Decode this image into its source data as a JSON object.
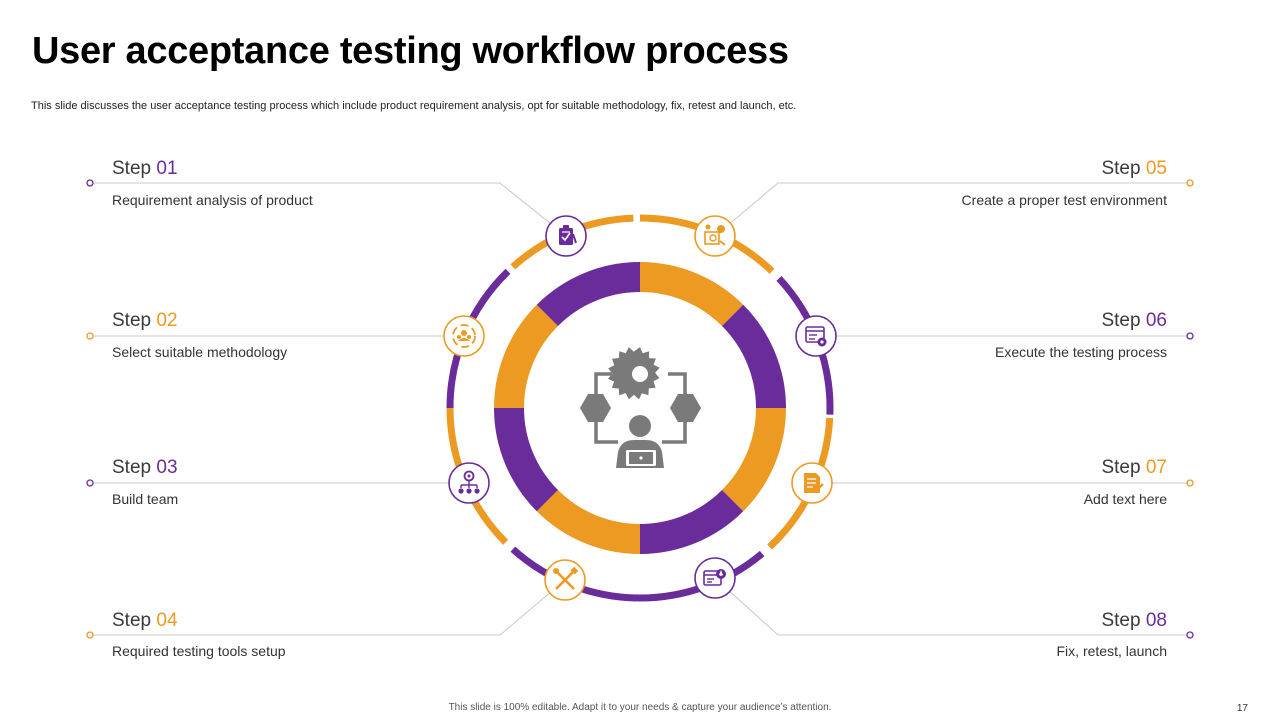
{
  "slide": {
    "title": "User acceptance testing workflow process",
    "subtitle": "This slide discusses the user acceptance testing process which include product requirement analysis, opt for suitable methodology, fix, retest and launch, etc.",
    "footer": "This slide is 100% editable. Adapt it to your needs & capture your audience’s attention.",
    "page_number": "17"
  },
  "colors": {
    "purple": "#6a2c9a",
    "orange": "#ec9a22",
    "connector": "#c8c8c8",
    "center_icon": "#7a7a7a"
  },
  "steps": [
    {
      "prefix": "Step",
      "number": "01",
      "description": "Requirement analysis of product",
      "icon": "clipboard-check-icon"
    },
    {
      "prefix": "Step",
      "number": "02",
      "description": "Select suitable methodology",
      "icon": "methodology-cycle-icon"
    },
    {
      "prefix": "Step",
      "number": "03",
      "description": "Build team",
      "icon": "team-hierarchy-icon"
    },
    {
      "prefix": "Step",
      "number": "04",
      "description": "Required testing tools setup",
      "icon": "tools-icon"
    },
    {
      "prefix": "Step",
      "number": "05",
      "description": "Create a proper test environment",
      "icon": "test-environment-icon"
    },
    {
      "prefix": "Step",
      "number": "06",
      "description": "Execute the testing process",
      "icon": "browser-settings-icon"
    },
    {
      "prefix": "Step",
      "number": "07",
      "description": "Add text here",
      "icon": "document-edit-icon"
    },
    {
      "prefix": "Step",
      "number": "08",
      "description": "Fix, retest, launch",
      "icon": "browser-launch-icon"
    }
  ],
  "center": {
    "icon": "user-workflow-gear-icon"
  }
}
